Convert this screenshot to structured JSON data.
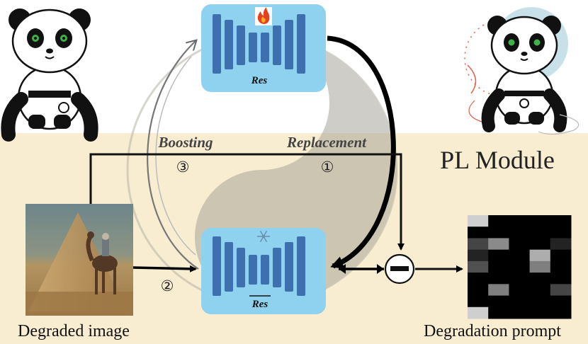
{
  "module_title": "PL Module",
  "labels": {
    "boosting": "Boosting",
    "replacement": "Replacement",
    "step_1": "①",
    "step_2": "②",
    "step_3": "③",
    "degraded_image": "Degraded image",
    "degradation_prompt": "Degradation prompt",
    "res_top": "Res",
    "res_bottom": "Res"
  },
  "icons": {
    "top_network": "fire-icon",
    "bottom_network": "snowflake-icon",
    "minus": "minus-icon",
    "left_mascot": "panda-icon",
    "right_mascot": "panda-icon"
  },
  "prompt_grid": [
    [
      0.9,
      0.0,
      0.0,
      0.0,
      0.0
    ],
    [
      0.0,
      0.0,
      0.0,
      0.0,
      0.0
    ],
    [
      0.3,
      0.6,
      0.0,
      0.0,
      0.15
    ],
    [
      0.15,
      0.0,
      0.0,
      0.75,
      0.0
    ],
    [
      0.35,
      0.0,
      0.0,
      0.55,
      0.0
    ],
    [
      0.0,
      0.0,
      0.0,
      0.0,
      0.0
    ],
    [
      0.0,
      0.55,
      0.0,
      0.0,
      0.3
    ],
    [
      0.0,
      0.0,
      0.0,
      0.0,
      0.0
    ],
    [
      0.9,
      0.0,
      0.0,
      0.0,
      0.0
    ]
  ],
  "colors": {
    "module_bg": "#f8edd0",
    "network_box": "#8ed2f0",
    "network_bars": "#3e6fae",
    "arrow": "#000000"
  }
}
